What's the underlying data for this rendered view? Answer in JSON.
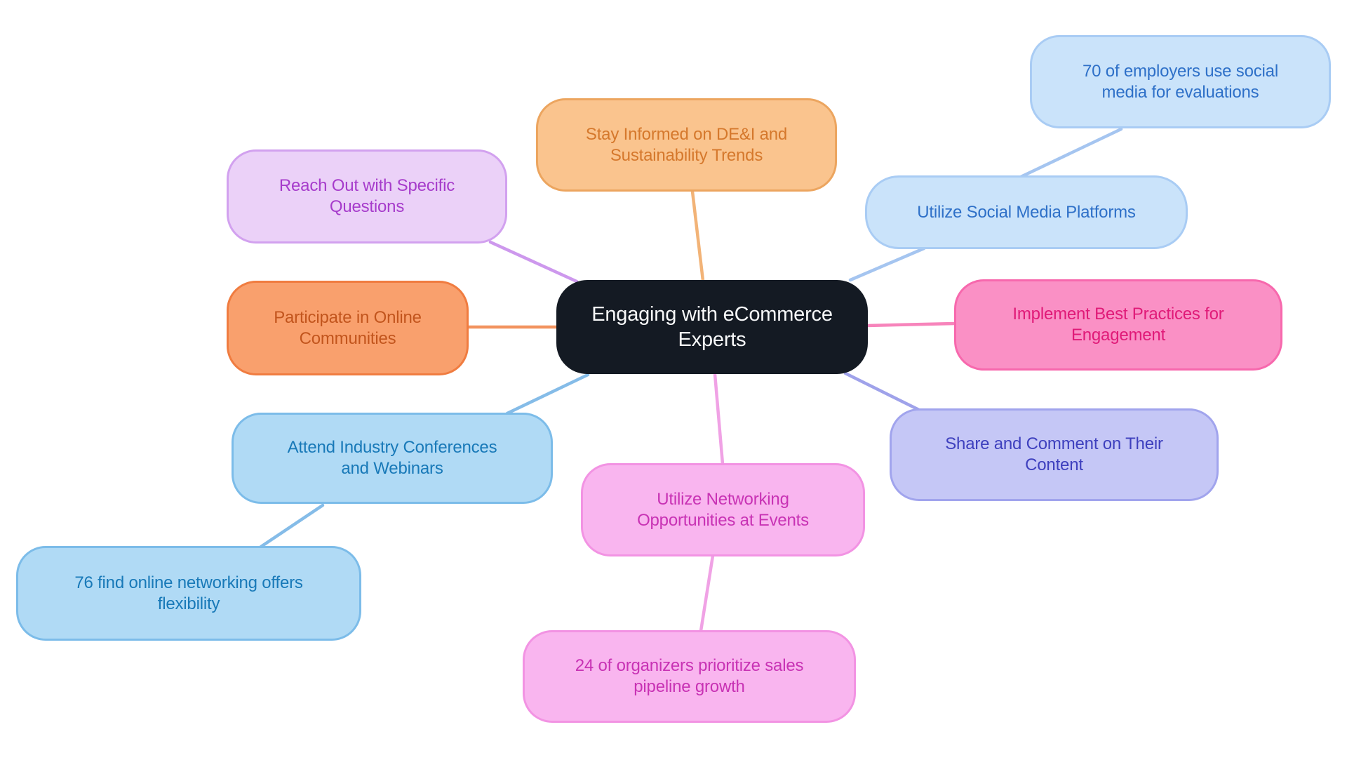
{
  "diagram": {
    "type": "mindmap",
    "background": "#FFFFFF",
    "nodes": {
      "center": {
        "label": "Engaging with eCommerce Experts",
        "fill": "#141A23",
        "stroke": "#141A23",
        "text": "#F7F8F9"
      },
      "stay_informed": {
        "label": "Stay Informed on DE&I and Sustainability Trends",
        "fill": "#FAC48E",
        "stroke": "#ECA55F",
        "text": "#D5782C"
      },
      "reach_out": {
        "label": "Reach Out with Specific Questions",
        "fill": "#EBD1F8",
        "stroke": "#D2A1EF",
        "text": "#A63BCB"
      },
      "participate": {
        "label": "Participate in Online Communities",
        "fill": "#F9A06D",
        "stroke": "#F07C40",
        "text": "#C2551D"
      },
      "attend": {
        "label": "Attend Industry Conferences and Webinars",
        "fill": "#B0DAF5",
        "stroke": "#7CBCE9",
        "text": "#1879B8"
      },
      "networking_stat": {
        "label": "76 find online networking offers flexibility",
        "fill": "#B0DAF5",
        "stroke": "#7CBCE9",
        "text": "#1879B8"
      },
      "utilize_networking": {
        "label": "Utilize Networking Opportunities at Events",
        "fill": "#F9B5EF",
        "stroke": "#F293E3",
        "text": "#C832B4"
      },
      "organizers_stat": {
        "label": "24 of organizers prioritize sales pipeline growth",
        "fill": "#F9B5EF",
        "stroke": "#F293E3",
        "text": "#C832B4"
      },
      "utilize_social": {
        "label": "Utilize Social Media Platforms",
        "fill": "#CAE3FA",
        "stroke": "#A9CCF4",
        "text": "#2E70C8"
      },
      "employers_stat": {
        "label": "70 of employers use social media for evaluations",
        "fill": "#CAE3FA",
        "stroke": "#A9CCF4",
        "text": "#2E70C8"
      },
      "implement": {
        "label": "Implement Best Practices for Engagement",
        "fill": "#FA90C5",
        "stroke": "#F768AD",
        "text": "#E01A78"
      },
      "share": {
        "label": "Share and Comment on Their Content",
        "fill": "#C5C7F6",
        "stroke": "#A1A4ED",
        "text": "#3E40BE"
      }
    },
    "edges": [
      {
        "name": "center-to-stay-informed",
        "color": "#F2B377"
      },
      {
        "name": "center-to-reach-out",
        "color": "#CD98ED"
      },
      {
        "name": "center-to-participate",
        "color": "#F2935F"
      },
      {
        "name": "center-to-attend",
        "color": "#85BCE8"
      },
      {
        "name": "attend-to-networking-stat",
        "color": "#85BCE8"
      },
      {
        "name": "center-to-utilize-networking",
        "color": "#F0A2E5"
      },
      {
        "name": "utilize-networking-to-organizers-stat",
        "color": "#F0A2E5"
      },
      {
        "name": "center-to-utilize-social",
        "color": "#A5C5F0"
      },
      {
        "name": "utilize-social-to-employers-stat",
        "color": "#A5C5F0"
      },
      {
        "name": "center-to-implement",
        "color": "#F784BB"
      },
      {
        "name": "center-to-share",
        "color": "#9FA2EA"
      }
    ]
  }
}
